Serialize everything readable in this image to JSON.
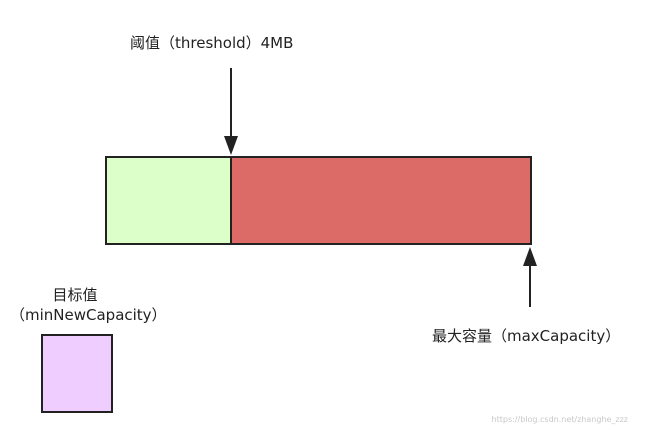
{
  "labels": {
    "threshold": "阈值（threshold）4MB",
    "max_capacity": "最大容量（maxCapacity）",
    "target_line1": "目标值",
    "target_line2": "（minNewCapacity）"
  },
  "watermark": "https://blog.csdn.net/zhanghe_zzz",
  "colors": {
    "threshold_box": "#dcfec9",
    "remaining_box": "#dc6b67",
    "target_box": "#efcdff",
    "stroke": "#222222"
  }
}
